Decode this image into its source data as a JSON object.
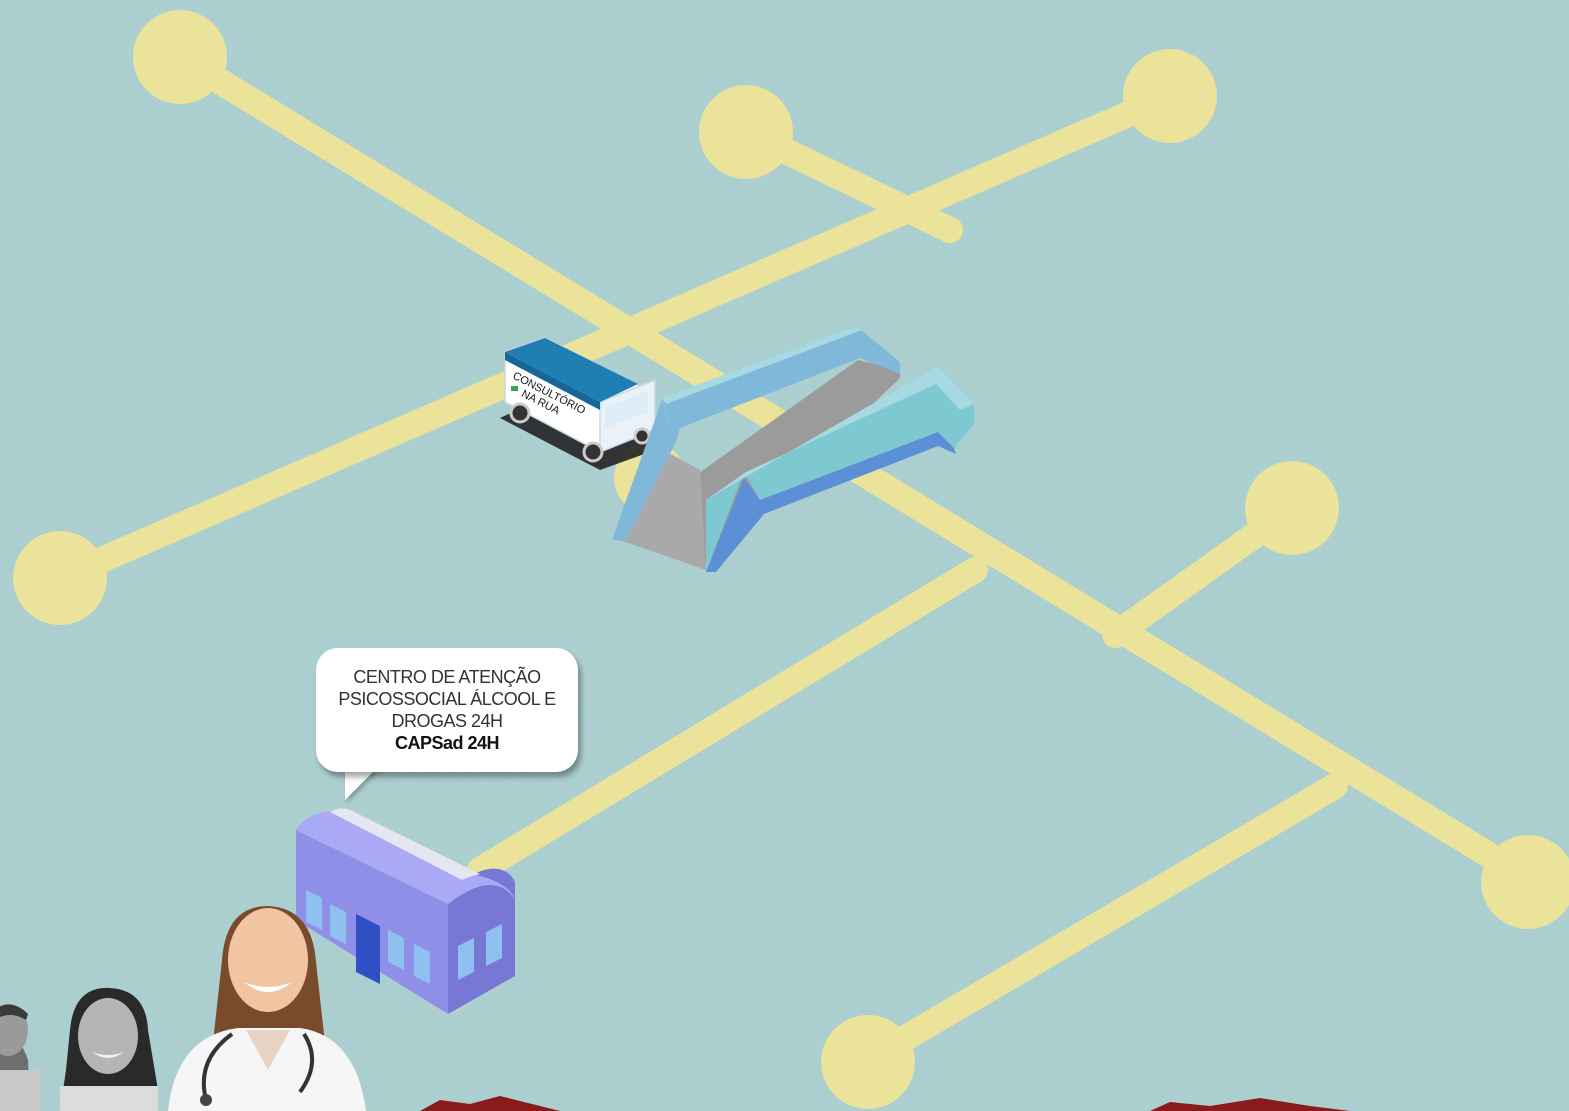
{
  "background": {
    "color": "#a7cccd",
    "path_color": "#ece39b"
  },
  "vehicle": {
    "name": "consultorio-na-rua-van",
    "label_line1": "CONSULTÓRIO",
    "label_line2": "NA RUA",
    "colors": {
      "roof": "#1f7fb3",
      "body": "#ffffff",
      "window": "#dcedf8",
      "chassis": "#222222"
    }
  },
  "footbridge": {
    "colors": {
      "side_light": "#7ec8d2",
      "side_dark": "#5b8fd6",
      "deck": "#9b9b9b",
      "top": "#a6d9e1"
    }
  },
  "capsad_building": {
    "callout_line1": "CENTRO DE ATENÇÃO",
    "callout_line2": "PSICOSSOCIAL ÁLCOOL E",
    "callout_line3": "DROGAS 24H",
    "callout_acronym": "CAPSad 24H",
    "colors": {
      "front": "#8f8fe8",
      "roof": "#a9a9f5",
      "side": "#7777d6",
      "door": "#2f4fc4",
      "window": "#8fc0f0"
    }
  },
  "people": [
    {
      "name": "worker-man",
      "tone": "grayscale"
    },
    {
      "name": "smiling-woman",
      "tone": "grayscale"
    },
    {
      "name": "doctor-woman",
      "tone": "color"
    }
  ]
}
